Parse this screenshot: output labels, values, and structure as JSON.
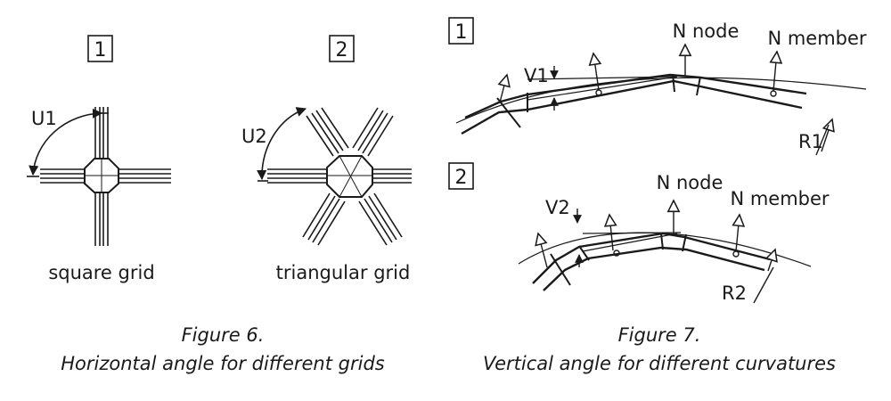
{
  "figure6": {
    "panel1": {
      "number": "1",
      "angle_label": "U1",
      "grid_label": "square grid"
    },
    "panel2": {
      "number": "2",
      "angle_label": "U2",
      "grid_label": "triangular grid"
    },
    "caption_title": "Figure 6.",
    "caption_text": "Horizontal angle for different grids"
  },
  "figure7": {
    "panel1": {
      "number": "1",
      "angle_label": "V1",
      "node_label": "N node",
      "member_label": "N member",
      "radius_label": "R1"
    },
    "panel2": {
      "number": "2",
      "angle_label": "V2",
      "node_label": "N node",
      "member_label": "N member",
      "radius_label": "R2"
    },
    "caption_title": "Figure 7.",
    "caption_text": "Vertical angle for different curvatures"
  }
}
